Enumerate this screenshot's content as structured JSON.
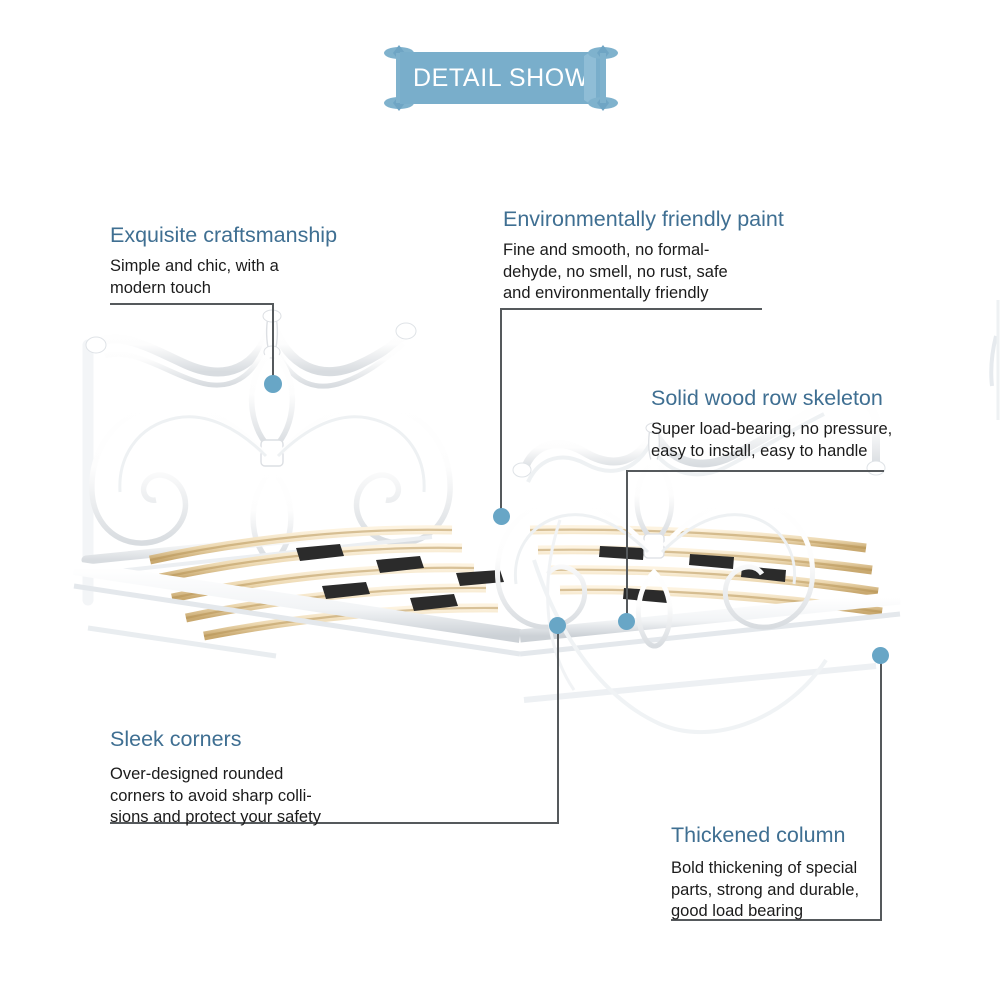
{
  "banner": {
    "title": "DETAIL SHOW",
    "bg_color": "#79aecb",
    "text_color": "#ffffff"
  },
  "theme": {
    "heading_color": "#3f6f92",
    "body_color": "#1b1b1b",
    "leader_color": "#55595c",
    "dot_color": "#68a6c6",
    "background": "#ffffff"
  },
  "callouts": [
    {
      "id": "exquisite-craftsmanship",
      "title": "Exquisite craftsmanship",
      "body_lines": [
        "Simple and chic, with a",
        "modern touch"
      ]
    },
    {
      "id": "environmentally-friendly-paint",
      "title": "Environmentally friendly paint",
      "body_lines": [
        "Fine and smooth, no formal-",
        "dehyde, no smell, no rust, safe",
        "and environmentally friendly"
      ]
    },
    {
      "id": "solid-wood-row-skeleton",
      "title": "Solid wood row skeleton",
      "body_lines": [
        "Super load-bearing, no pressure,",
        "easy to install, easy to handle"
      ]
    },
    {
      "id": "sleek-corners",
      "title": "Sleek corners",
      "body_lines": [
        "Over-designed rounded",
        "corners to avoid sharp colli-",
        "sions and protect your safety"
      ]
    },
    {
      "id": "thickened-column",
      "title": "Thickened column",
      "body_lines": [
        "Bold thickening of special",
        "parts, strong and durable,",
        "good load bearing"
      ]
    }
  ],
  "product": {
    "name": "white metal platform bed frame",
    "parts": [
      "headboard scrollwork",
      "footboard scrollwork",
      "wooden slat skeleton",
      "side rail",
      "legs",
      "corner posts"
    ],
    "frame_color": "#ffffff",
    "slat_color": "#f0dfc0",
    "clip_color": "#2b2b2b"
  }
}
